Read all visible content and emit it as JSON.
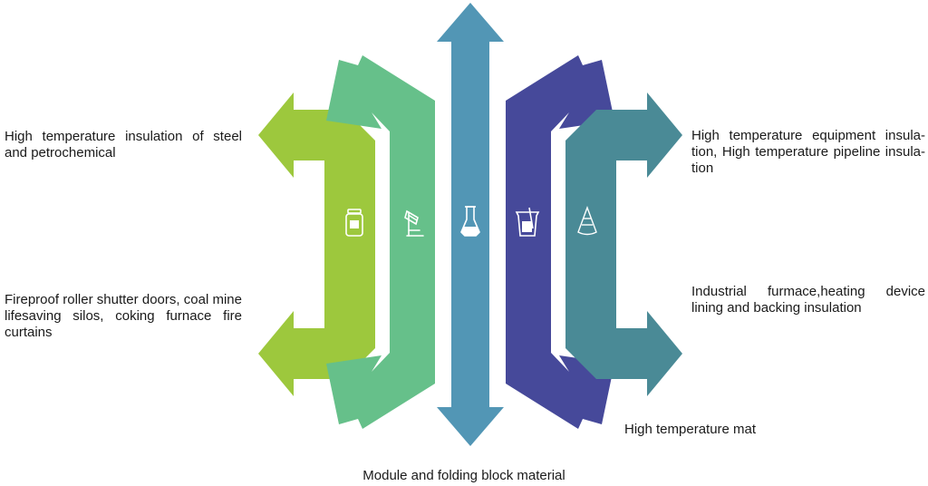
{
  "labels": {
    "left_top": "High temperature insulation of steel and petrochemical",
    "left_bottom": "Fireproof roller shutter doors, coal mine lifesaving silos, coking furnace fire curtains",
    "right_top": "High temperature equipment insula-tion, High temperature pipeline insula-tion",
    "right_mid": "Industrial furmace,heating device lining and backing insulation",
    "right_bottom": "High temperature mat",
    "bottom": "Module and folding block material"
  },
  "colors": {
    "lime": "#9dc83d",
    "mint": "#66c08a",
    "blue": "#5296b5",
    "indigo": "#46499a",
    "teal": "#4a8a96",
    "icon": "#ffffff"
  },
  "icons": [
    "jar-icon",
    "microscope-icon",
    "flask-icon",
    "beaker-icon",
    "cone-icon"
  ]
}
